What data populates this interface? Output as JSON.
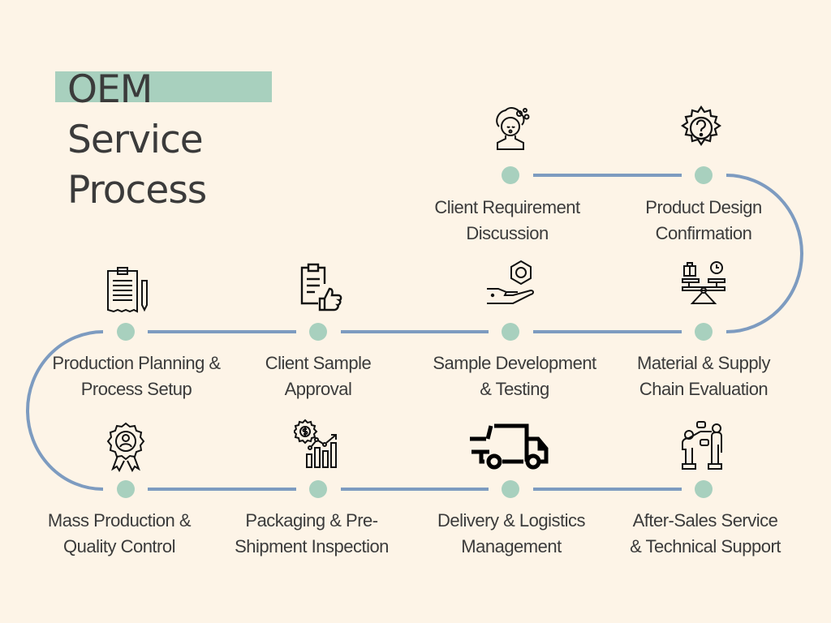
{
  "title": {
    "line1": "OEM",
    "line2": "Service",
    "line3": "Process"
  },
  "colors": {
    "background": "#fdf4e7",
    "accent": "#a8d0be",
    "track": "#7d9bc0",
    "text": "#3b3b3b"
  },
  "steps": [
    {
      "id": 1,
      "line1": "Client Requirement",
      "line2": "Discussion",
      "icon": "woman-thinking-icon"
    },
    {
      "id": 2,
      "line1": "Product Design",
      "line2": "Confirmation",
      "icon": "gear-question-icon"
    },
    {
      "id": 3,
      "line1": "Material & Supply",
      "line2": "Chain Evaluation",
      "icon": "balance-scale-icon"
    },
    {
      "id": 4,
      "line1": "Sample Development",
      "line2": "& Testing",
      "icon": "hand-hex-nut-icon"
    },
    {
      "id": 5,
      "line1": "Client Sample",
      "line2": "Approval",
      "icon": "clipboard-thumbs-up-icon"
    },
    {
      "id": 6,
      "line1": "Production Planning &",
      "line2": "Process Setup",
      "icon": "clipboard-pencil-icon"
    },
    {
      "id": 7,
      "line1": "Mass Production &",
      "line2": "Quality Control",
      "icon": "award-badge-icon"
    },
    {
      "id": 8,
      "line1": "Packaging & Pre-",
      "line2": "Shipment Inspection",
      "icon": "money-gear-chart-icon"
    },
    {
      "id": 9,
      "line1": "Delivery & Logistics",
      "line2": "Management",
      "icon": "delivery-truck-icon"
    },
    {
      "id": 10,
      "line1": "After-Sales Service",
      "line2": "& Technical Support",
      "icon": "people-support-icon"
    }
  ]
}
